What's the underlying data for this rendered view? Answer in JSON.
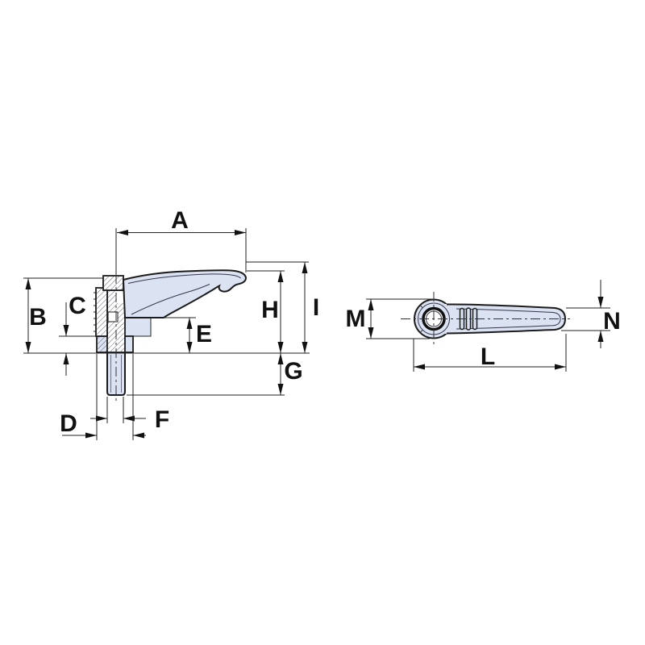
{
  "drawing": {
    "labels": {
      "A": "A",
      "B": "B",
      "C": "C",
      "D": "D",
      "E": "E",
      "F": "F",
      "G": "G",
      "H": "H",
      "I": "I",
      "M": "M",
      "N": "N",
      "L": "L"
    },
    "colors": {
      "part_fill": "#dbe2f2",
      "line": "#1b1b1b",
      "background": "#ffffff"
    }
  }
}
